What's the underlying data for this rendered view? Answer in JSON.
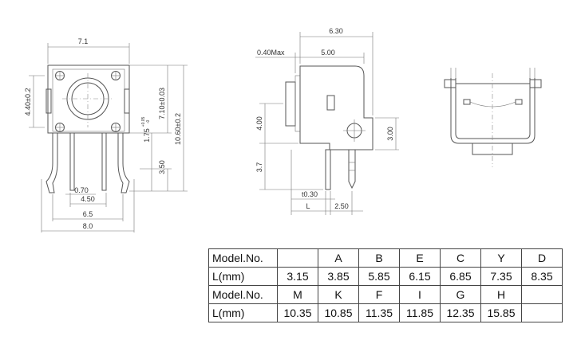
{
  "dims": {
    "front_top": "7.1",
    "front_left": "4.40±0.2",
    "front_r1": "7.10±0.03",
    "front_r2": "10.60±0.2",
    "front_mid": "1.75",
    "front_mid_sup": "+0.05",
    "front_mid_sub": "-0",
    "front_low": "3.50",
    "front_b1": "0.70",
    "front_b2": "4.50",
    "front_b3": "6.5",
    "front_b4": "8.0",
    "side_top1": "6.30",
    "side_top2": "0.40Max",
    "side_top3": "5.00",
    "side_left1": "4.00",
    "side_left2": "3.7",
    "side_right": "3.00",
    "side_b1": "t0.30",
    "side_b2": "L",
    "side_b3": "2.50"
  },
  "table": {
    "rows": [
      [
        "Model.No.",
        "",
        "A",
        "B",
        "E",
        "C",
        "Y",
        "D"
      ],
      [
        "L(mm)",
        "3.15",
        "3.85",
        "5.85",
        "6.15",
        "6.85",
        "7.35",
        "8.35"
      ],
      [
        "Model.No.",
        "M",
        "K",
        "F",
        "I",
        "G",
        "H",
        ""
      ],
      [
        "L(mm)",
        "10.35",
        "10.85",
        "11.35",
        "11.85",
        "12.35",
        "15.85",
        ""
      ]
    ]
  }
}
